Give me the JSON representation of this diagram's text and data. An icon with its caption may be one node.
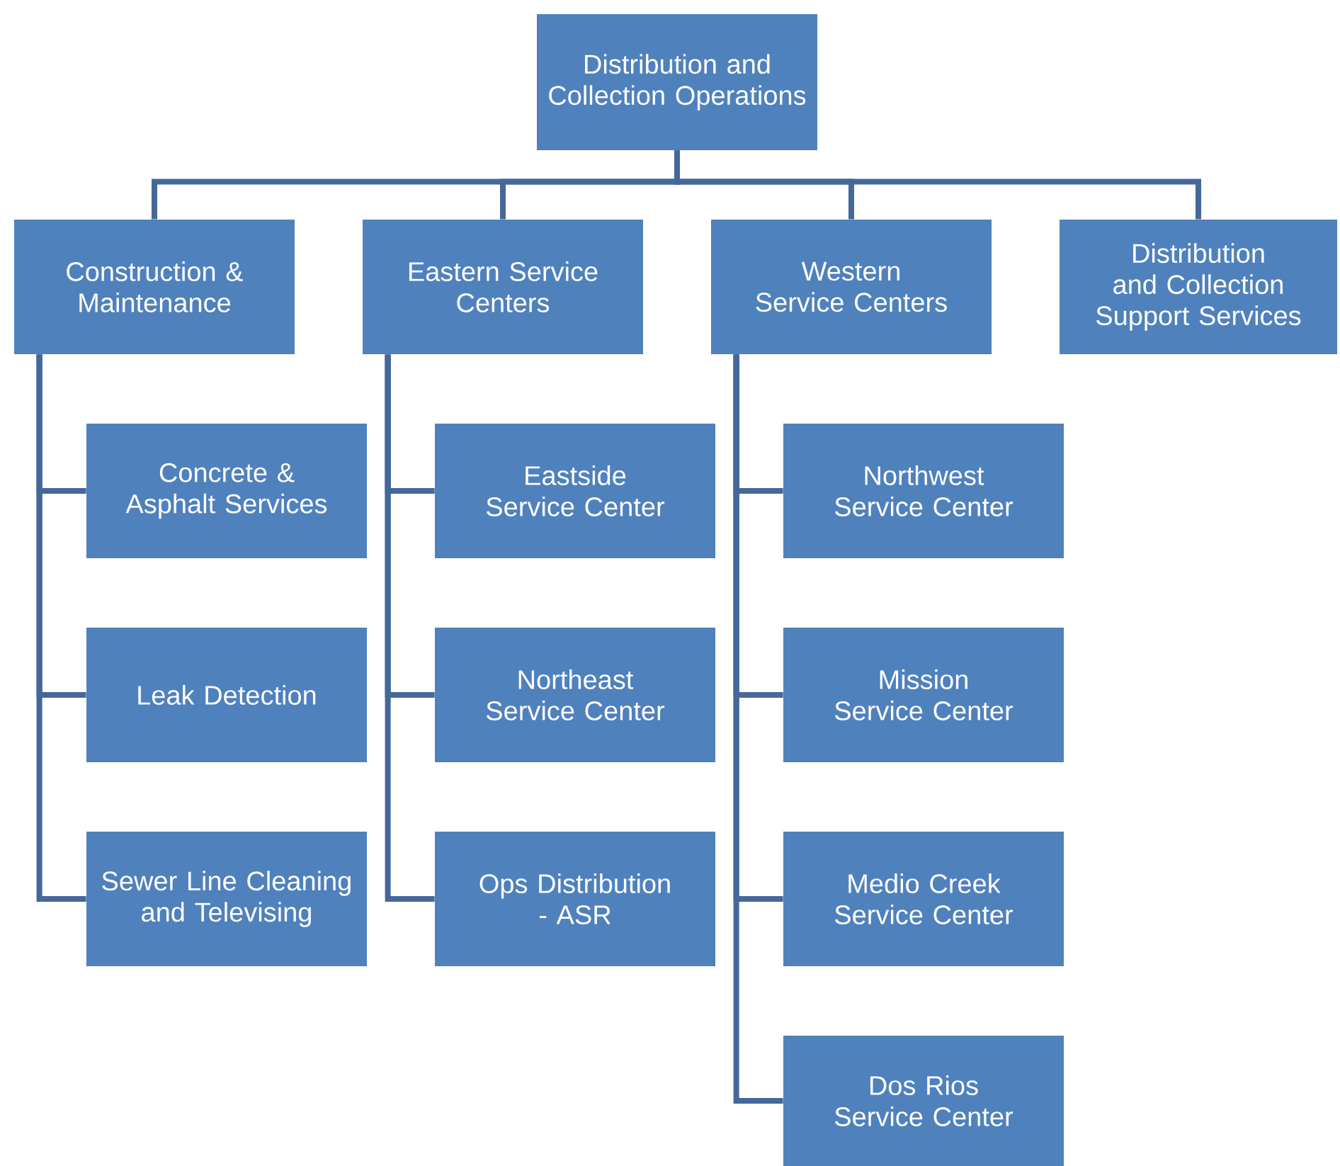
{
  "diagram": {
    "nodes": [
      {
        "text": [
          "Distribution and Collection Operations"
        ]
      },
      {
        "text": [
          "Construction & Maintenance"
        ]
      },
      {
        "text": [
          "Eastern Service Centers"
        ]
      },
      {
        "text": [
          "Western Service Centers"
        ]
      },
      {
        "text": [
          "Distribution and Collection Support Services"
        ]
      },
      {
        "text": [
          "Concrete & Asphalt Services"
        ]
      },
      {
        "text": [
          "Leak Detection"
        ]
      },
      {
        "text": [
          "Sewer Line Cleaning and Televising"
        ]
      },
      {
        "text": [
          "Eastside Service Center"
        ]
      },
      {
        "text": [
          "Northeast Service Center"
        ]
      },
      {
        "text": [
          "Ops Distribution - ASR"
        ]
      },
      {
        "text": [
          "Northwest Service Center"
        ]
      },
      {
        "text": [
          "Mission Service Center"
        ]
      },
      {
        "text": [
          "Medio Creek Service Center"
        ]
      },
      {
        "text": [
          "Dos Rios Service Center"
        ]
      }
    ],
    "edges": [
      {
        "from": 0,
        "to": 1,
        "arrow": "none"
      },
      {
        "from": 0,
        "to": 2,
        "arrow": "none"
      },
      {
        "from": 0,
        "to": 3,
        "arrow": "none"
      },
      {
        "from": 0,
        "to": 4,
        "arrow": "none"
      },
      {
        "from": 1,
        "to": 5,
        "arrow": "none"
      },
      {
        "from": 1,
        "to": 6,
        "arrow": "none"
      },
      {
        "from": 1,
        "to": 7,
        "arrow": "none"
      },
      {
        "from": 2,
        "to": 8,
        "arrow": "none"
      },
      {
        "from": 2,
        "to": 9,
        "arrow": "none"
      },
      {
        "from": 2,
        "to": 10,
        "arrow": "none"
      },
      {
        "from": 3,
        "to": 11,
        "arrow": "none"
      },
      {
        "from": 3,
        "to": 12,
        "arrow": "none"
      },
      {
        "from": 3,
        "to": 13,
        "arrow": "none"
      },
      {
        "from": 3,
        "to": 14,
        "arrow": "none"
      }
    ]
  }
}
